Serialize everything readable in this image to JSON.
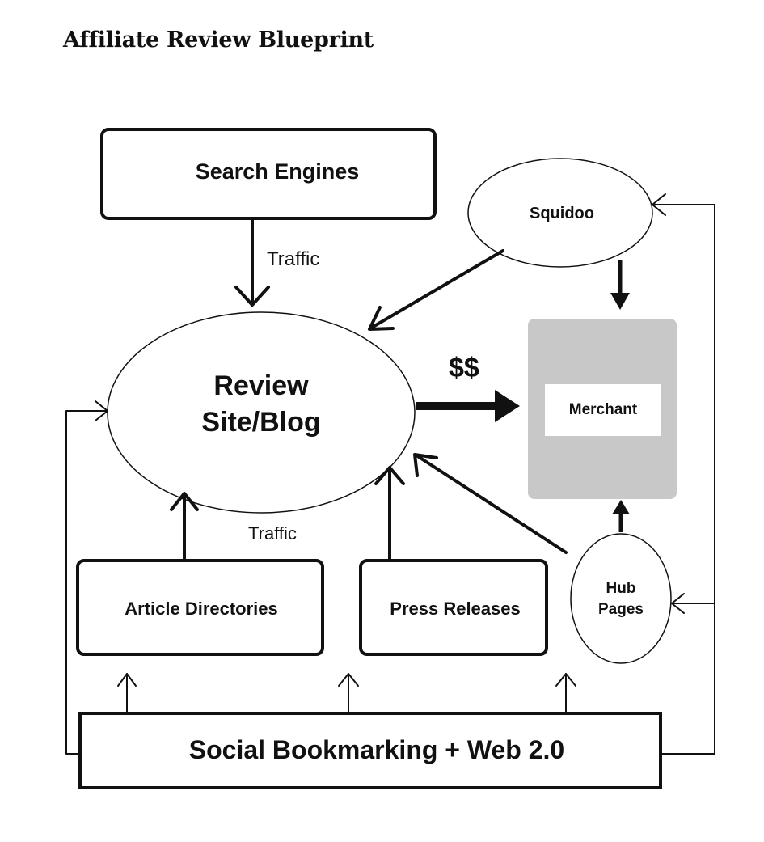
{
  "title": "Affiliate Review Blueprint",
  "nodes": {
    "search_engines": "Search Engines",
    "squidoo": "Squidoo",
    "review_line1": "Review",
    "review_line2": "Site/Blog",
    "merchant": "Merchant",
    "article_directories": "Article Directories",
    "press_releases": "Press Releases",
    "hub_line1": "Hub",
    "hub_line2": "Pages",
    "social": "Social Bookmarking + Web 2.0"
  },
  "edge_labels": {
    "traffic_top": "Traffic",
    "traffic_bottom": "Traffic",
    "money": "$$"
  },
  "colors": {
    "ink": "#111111",
    "merchant_panel": "#c8c8c8",
    "merchant_label_bg": "#ffffff"
  }
}
